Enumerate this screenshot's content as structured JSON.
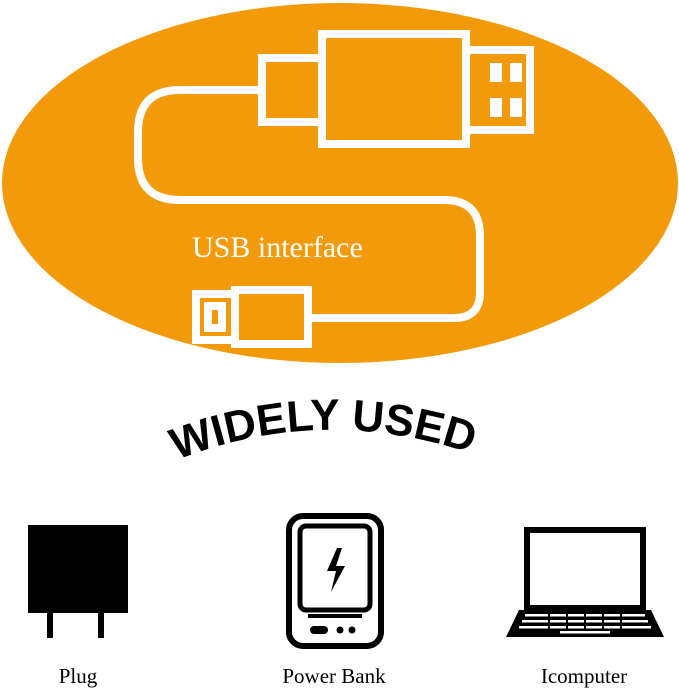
{
  "banner": {
    "label": "USB interface",
    "oval_color": "#f39a0b",
    "icon": "usb-cable-icon"
  },
  "headline": {
    "text": "WIDELY USED"
  },
  "devices": [
    {
      "label": "Plug",
      "icon": "wall-plug-icon"
    },
    {
      "label": "Power Bank",
      "icon": "power-bank-icon"
    },
    {
      "label": "Icomputer",
      "icon": "laptop-icon"
    }
  ]
}
